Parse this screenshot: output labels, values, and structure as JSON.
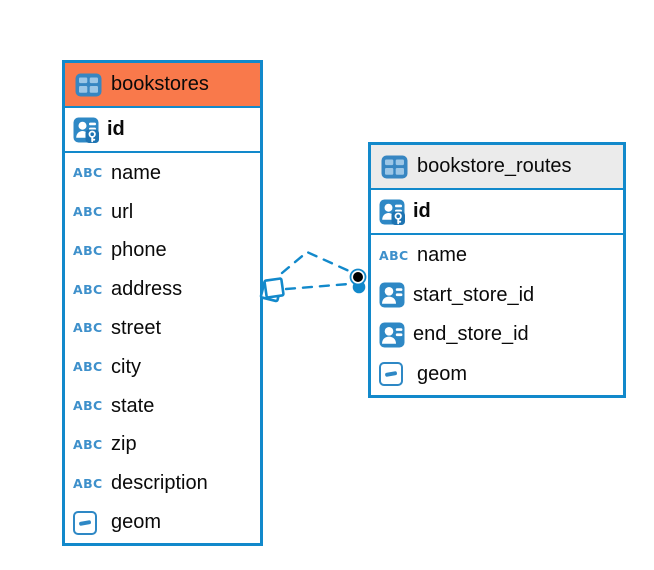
{
  "diagram": {
    "background": "#ffffff",
    "accent_blue": "#1289CB",
    "line_color": "#1289CB"
  },
  "icons": {
    "text_type_label": "ABC"
  },
  "tables": [
    {
      "name": "bookstores",
      "header_color": "#F9794B",
      "border_color": "#1289CB",
      "columns": [
        {
          "name": "id",
          "icon": "primary-key-icon",
          "key": "primary"
        },
        {
          "name": "name",
          "icon": "text-type-icon"
        },
        {
          "name": "url",
          "icon": "text-type-icon"
        },
        {
          "name": "phone",
          "icon": "text-type-icon"
        },
        {
          "name": "address",
          "icon": "text-type-icon"
        },
        {
          "name": "street",
          "icon": "text-type-icon"
        },
        {
          "name": "city",
          "icon": "text-type-icon"
        },
        {
          "name": "state",
          "icon": "text-type-icon"
        },
        {
          "name": "zip",
          "icon": "text-type-icon"
        },
        {
          "name": "description",
          "icon": "text-type-icon"
        },
        {
          "name": "geom",
          "icon": "geometry-type-icon"
        }
      ]
    },
    {
      "name": "bookstore_routes",
      "header_color": "#EBEBEB",
      "border_color": "#1289CB",
      "columns": [
        {
          "name": "id",
          "icon": "primary-key-icon",
          "key": "primary"
        },
        {
          "name": "name",
          "icon": "text-type-icon"
        },
        {
          "name": "start_store_id",
          "icon": "reference-icon"
        },
        {
          "name": "end_store_id",
          "icon": "reference-icon"
        },
        {
          "name": "geom",
          "icon": "geometry-type-icon"
        }
      ]
    }
  ],
  "relationship": {
    "from": "bookstores",
    "to": "bookstore_routes",
    "line_style": "dashed",
    "line_color": "#1289CB",
    "source_marker": "overlapping-squares",
    "target_marker": "stacked-dots"
  }
}
